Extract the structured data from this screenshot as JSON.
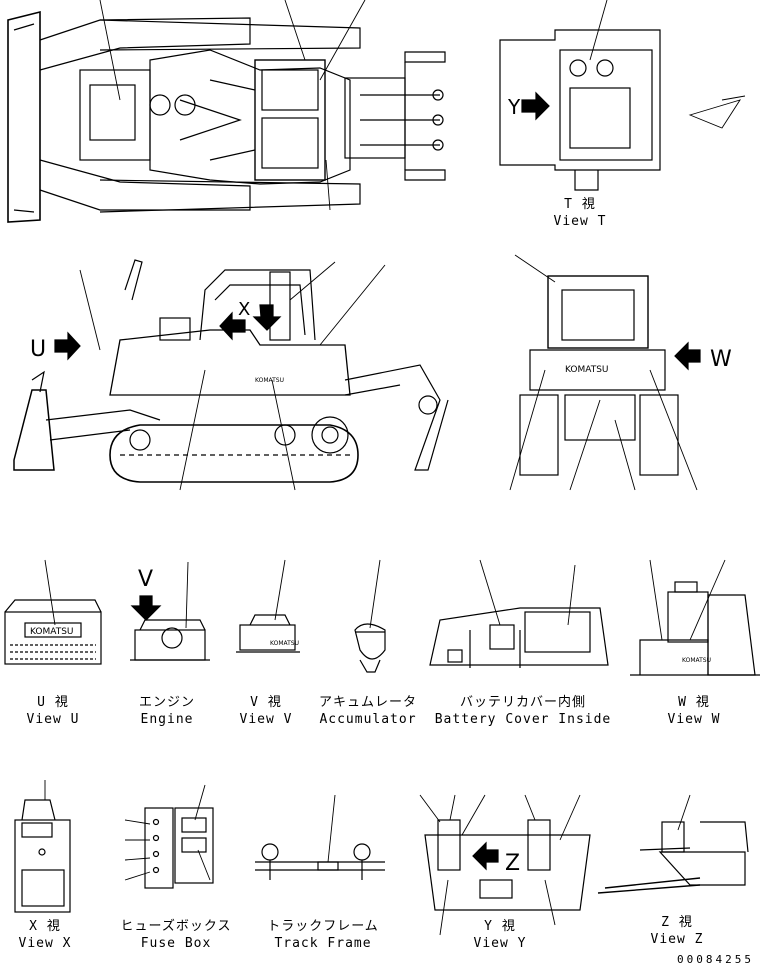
{
  "views": {
    "t": {
      "ja": "T 視",
      "en": "View T"
    },
    "u": {
      "ja": "U 視",
      "en": "View U"
    },
    "engine": {
      "ja": "エンジン",
      "en": "Engine"
    },
    "v": {
      "ja": "V 視",
      "en": "View V"
    },
    "accumulator": {
      "ja": "アキュムレータ",
      "en": "Accumulator"
    },
    "battery": {
      "ja": "バッテリカバー内側",
      "en": "Battery Cover Inside"
    },
    "w": {
      "ja": "W 視",
      "en": "View W"
    },
    "x": {
      "ja": "X 視",
      "en": "View X"
    },
    "fusebox": {
      "ja": "ヒューズボックス",
      "en": "Fuse Box"
    },
    "trackframe": {
      "ja": "トラックフレーム",
      "en": "Track Frame"
    },
    "y": {
      "ja": "Y 視",
      "en": "View Y"
    },
    "z": {
      "ja": "Z 視",
      "en": "View Z"
    }
  },
  "arrow_labels": {
    "u": "U",
    "x": "X",
    "w": "W",
    "v": "V",
    "y": "Y",
    "z": "Z"
  },
  "brand": "KOMATSU",
  "doc_number": "00084255"
}
